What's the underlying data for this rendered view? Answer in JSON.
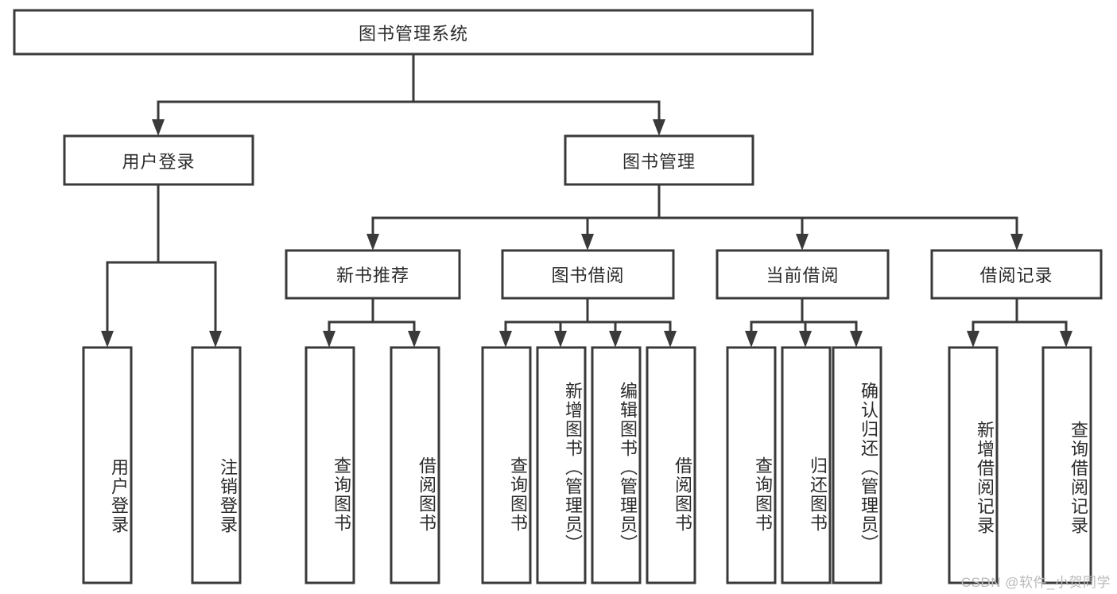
{
  "diagram": {
    "type": "tree-hierarchy",
    "title": "图书管理系统",
    "orientation": "top-down",
    "colors": {
      "box_stroke": "#3a3a3a",
      "box_fill": "#ffffff",
      "connector": "#3a3a3a",
      "text": "#2b2b2b",
      "background": "#ffffff",
      "watermark": "#b9b9b9"
    },
    "levels": {
      "root": {
        "label": "图书管理系统"
      },
      "level2": [
        {
          "label": "用户登录"
        },
        {
          "label": "图书管理"
        }
      ],
      "level3": [
        {
          "label": "新书推荐"
        },
        {
          "label": "图书借阅"
        },
        {
          "label": "当前借阅"
        },
        {
          "label": "借阅记录"
        }
      ],
      "leaves": {
        "user_login": [
          {
            "label": "用户登录"
          },
          {
            "label": "注销登录"
          }
        ],
        "new_book": [
          {
            "label": "查询图书"
          },
          {
            "label": "借阅图书"
          }
        ],
        "book_borrow": [
          {
            "label": "查询图书"
          },
          {
            "label": "新增图书（管理员）"
          },
          {
            "label": "编辑图书（管理员）"
          },
          {
            "label": "借阅图书"
          }
        ],
        "current_borrow": [
          {
            "label": "查询图书"
          },
          {
            "label": "归还图书"
          },
          {
            "label": "确认归还（管理员）"
          }
        ],
        "borrow_record": [
          {
            "label": "新增借阅记录"
          },
          {
            "label": "查询借阅记录"
          }
        ]
      }
    },
    "watermark": "CSDN @软件_小贺同学"
  }
}
